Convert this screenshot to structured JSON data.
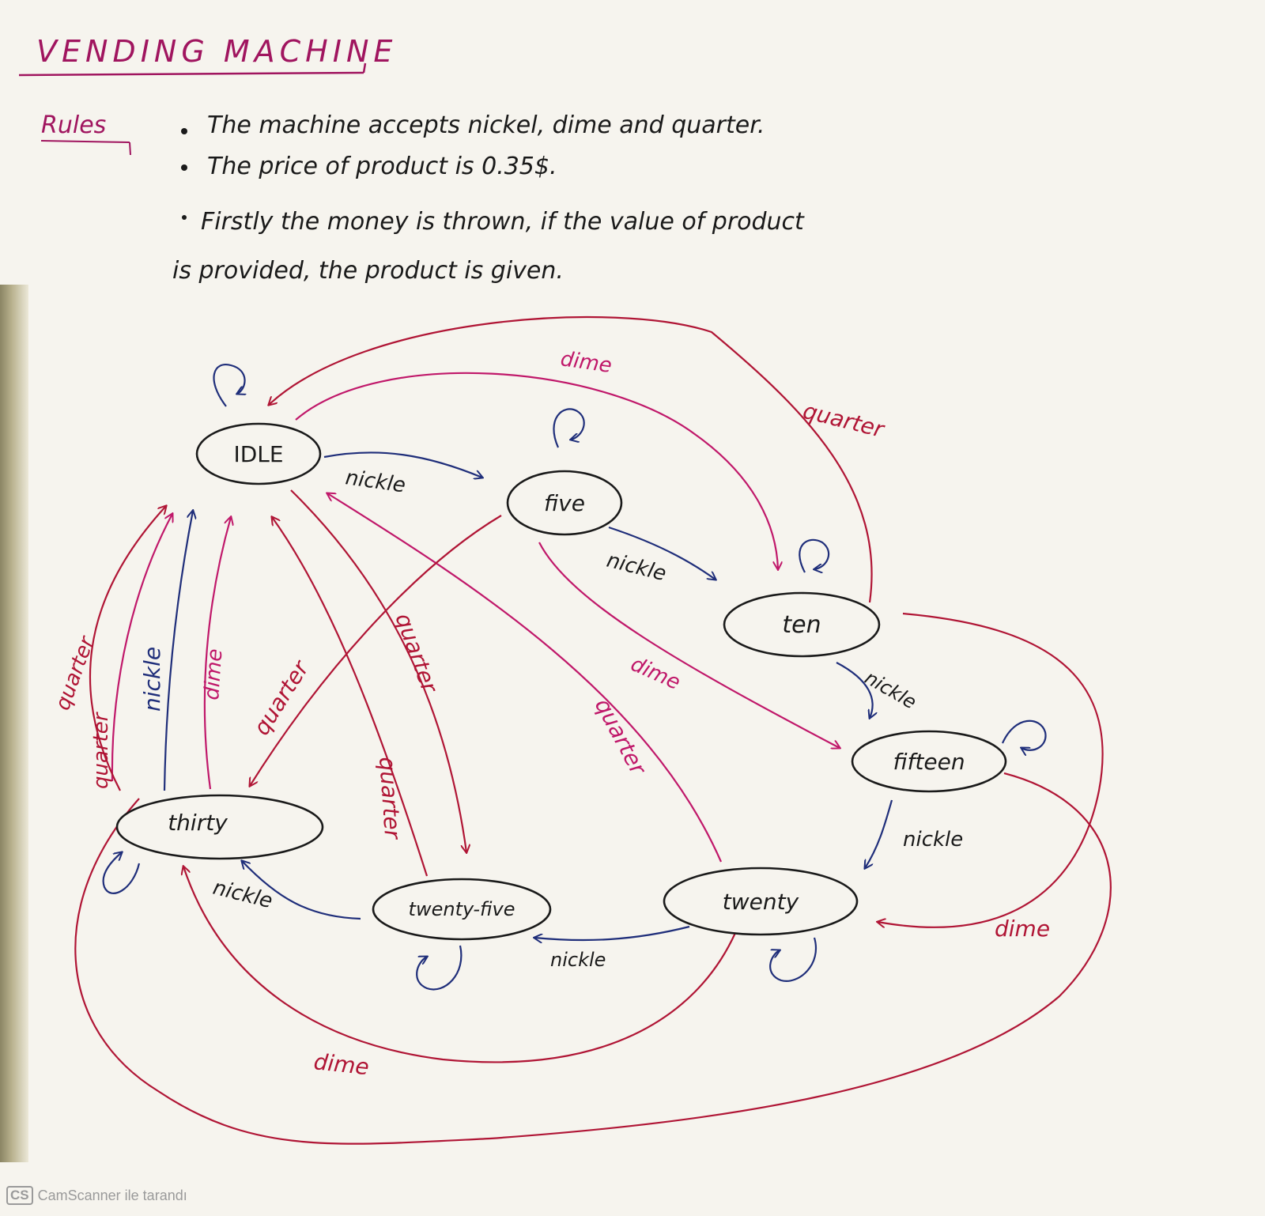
{
  "title": "VENDING MACHINE",
  "rules": {
    "label": "Rules",
    "items": [
      "The machine accepts nickel, dime and quarter.",
      "The price of product is 0.35$.",
      "Firstly the money is thrown, if the value of product",
      "is provided, the product is given."
    ]
  },
  "states": {
    "idle": "IDLE",
    "five": "five",
    "ten": "ten",
    "fifteen": "fifteen",
    "twenty": "twenty",
    "twentyfive": "twenty-five",
    "thirty": "thirty"
  },
  "edge_labels": {
    "idle_five_nickle": "nickle",
    "five_ten_nickle": "nickle",
    "ten_fifteen_nickle": "nickle",
    "fifteen_twenty_nickle": "nickle",
    "twenty_twentyfive_nickle": "nickle",
    "twentyfive_thirty_nickle": "nickle",
    "idle_ten_dime": "dime",
    "ten_idle_quarter": "quarter",
    "five_fifteen_dime": "dime",
    "five_thirty_quarter": "quarter",
    "idle_twentyfive_quarter": "quarter",
    "twentyfive_idle_quarter": "quarter",
    "twenty_idle_quarter": "quarter",
    "thirty_idle_nickle": "nickle",
    "thirty_idle_dime": "dime",
    "thirty_idle_quarter_inner": "quarter",
    "thirty_idle_quarter_outer": "quarter",
    "ten_twenty_dime": "dime",
    "twenty_thirty_dime": "dime"
  },
  "footer": {
    "badge": "CS",
    "text": "CamScanner ile tarandı"
  },
  "colors": {
    "magenta": "#c0186a",
    "red": "#b01535",
    "navy": "#1f2e7a",
    "ink": "#1a1a1a"
  }
}
